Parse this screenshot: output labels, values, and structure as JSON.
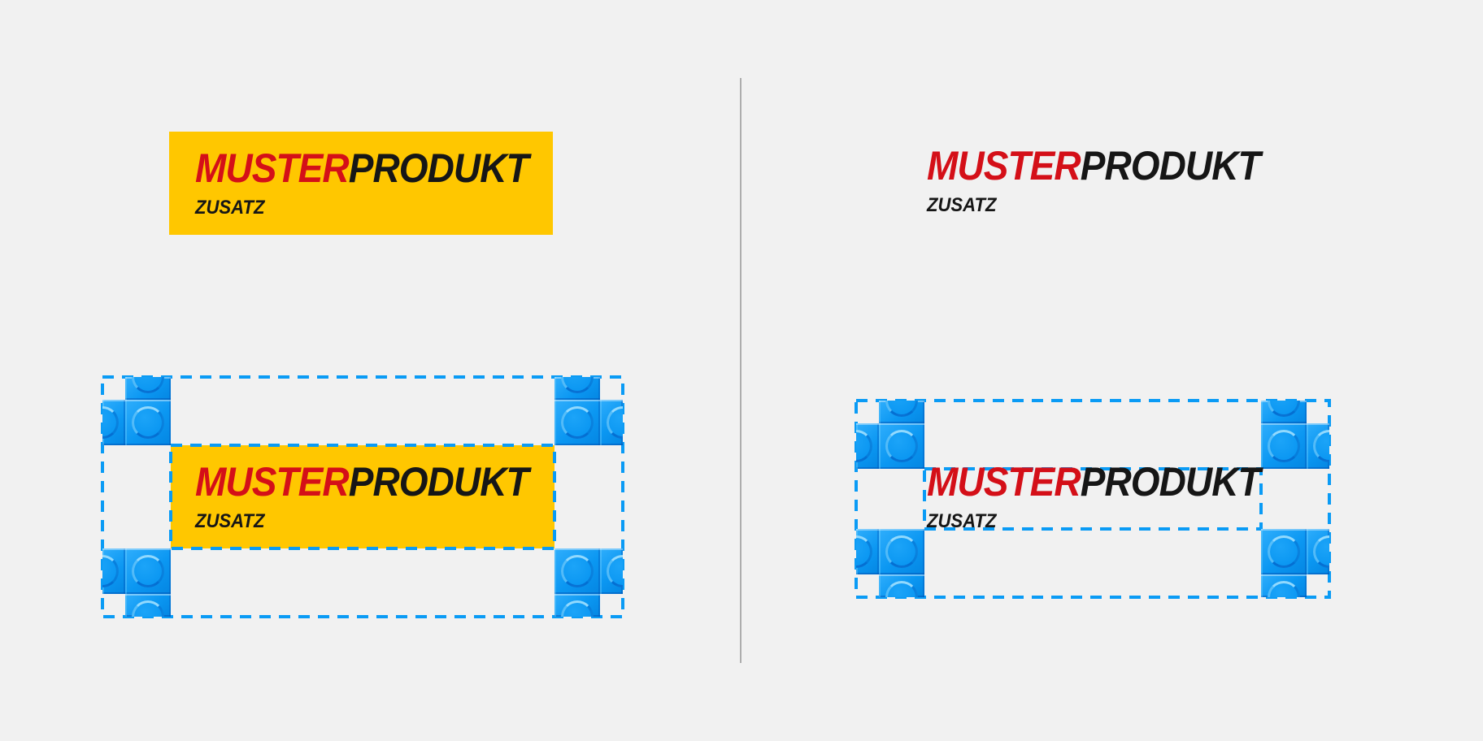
{
  "logo": {
    "muster": "MUSTER",
    "produkt": "PRODUKT",
    "zusatz": "ZUSATZ"
  },
  "colors": {
    "background": "#F1F1F1",
    "logo_yellow": "#FFC700",
    "logo_red": "#D40F18",
    "logo_black": "#161616",
    "clearspace_dash_blue": "#0A9BF5",
    "brick_blue": "#0B97F2",
    "divider_gray": "#ADADAD"
  },
  "icons": {
    "corner_marker": "lego-brick-icon",
    "boundary": "dashed-clearspace-border"
  }
}
